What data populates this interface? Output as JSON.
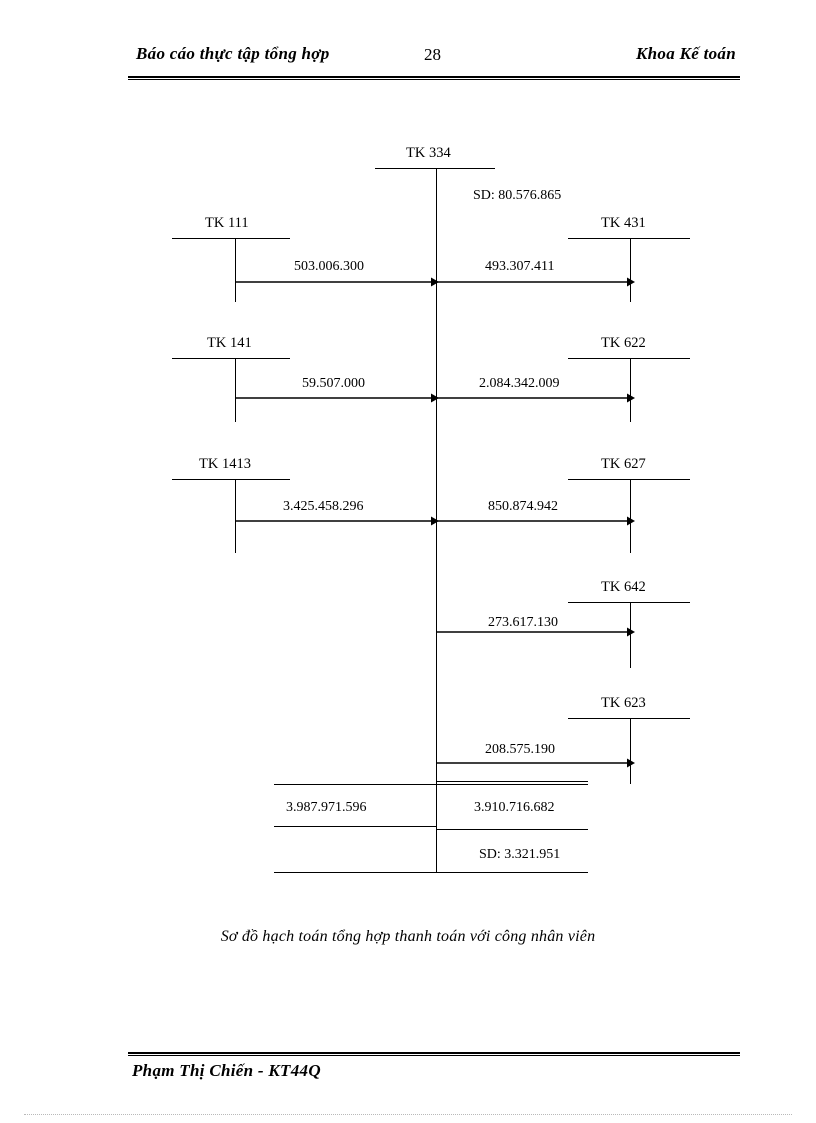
{
  "header": {
    "left_title": "Báo cáo thực tập tổng hợp",
    "page_number": "28",
    "right_title": "Khoa Kế toán"
  },
  "footer": {
    "author": "Phạm Thị Chiến - KT44Q"
  },
  "diagram": {
    "caption": "Sơ đồ hạch toán tổng hợp thanh toán với công nhân viên",
    "center_account": {
      "label": "TK 334",
      "opening_balance": "SD: 80.576.865",
      "closing_balance": "SD: 3.321.951",
      "total_debit": "3.987.971.596",
      "total_credit": "3.910.716.682"
    },
    "left_accounts": [
      {
        "label": "TK 111",
        "amount": "503.006.300"
      },
      {
        "label": "TK 141",
        "amount": "59.507.000"
      },
      {
        "label": "TK 1413",
        "amount": "3.425.458.296"
      }
    ],
    "right_accounts": [
      {
        "label": "TK 431",
        "amount": "493.307.411"
      },
      {
        "label": "TK 622",
        "amount": "2.084.342.009"
      },
      {
        "label": "TK 627",
        "amount": "850.874.942"
      },
      {
        "label": "TK 642",
        "amount": "273.617.130"
      },
      {
        "label": "TK 623",
        "amount": "208.575.190"
      }
    ]
  }
}
